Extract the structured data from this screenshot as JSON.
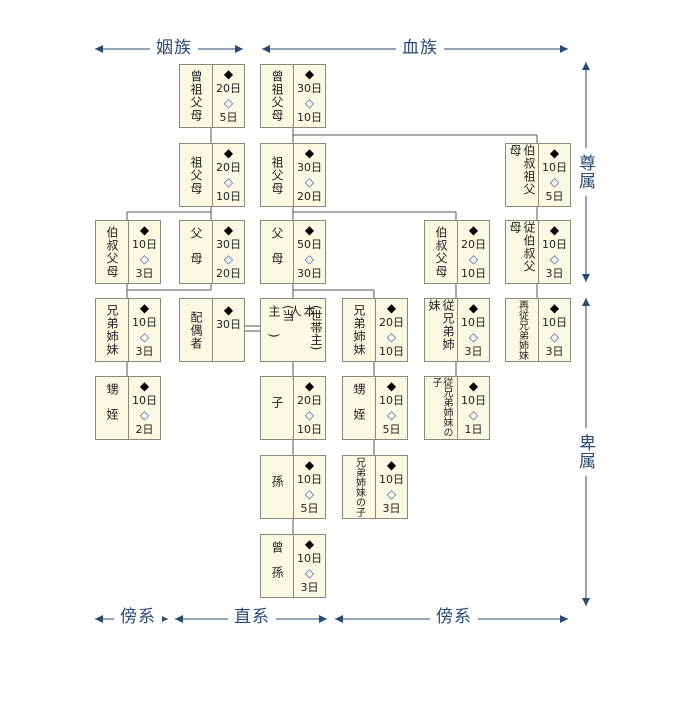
{
  "axes": {
    "top_left": "姻族",
    "top_right": "血族",
    "right_top": "尊属",
    "right_bottom": "卑属",
    "bottom_left": "傍系",
    "bottom_mid": "直系",
    "bottom_right": "傍系"
  },
  "symbols": {
    "filled": "◆",
    "open": "◇"
  },
  "relatives": [
    {
      "id": "in-great-grandparents",
      "name": "曾祖父母",
      "filled": "20日",
      "open": "5日"
    },
    {
      "id": "great-grandparents",
      "name": "曾祖父母",
      "filled": "30日",
      "open": "10日"
    },
    {
      "id": "in-grandparents",
      "name": "祖父母",
      "filled": "20日",
      "open": "10日"
    },
    {
      "id": "grandparents",
      "name": "祖父母",
      "filled": "30日",
      "open": "20日"
    },
    {
      "id": "great-uncle-aunt",
      "name": "伯叔祖父母",
      "filled": "10日",
      "open": "5日"
    },
    {
      "id": "in-uncle-aunt",
      "name": "伯叔父母",
      "filled": "10日",
      "open": "3日"
    },
    {
      "id": "in-parents",
      "name": "父母",
      "filled": "30日",
      "open": "20日"
    },
    {
      "id": "parents",
      "name": "父母",
      "filled": "50日",
      "open": "30日"
    },
    {
      "id": "uncle-aunt",
      "name": "伯叔父母",
      "filled": "20日",
      "open": "10日"
    },
    {
      "id": "parents-cousins",
      "name": "従伯叔父母",
      "filled": "10日",
      "open": "3日"
    },
    {
      "id": "in-siblings",
      "name": "兄弟姉妹",
      "filled": "10日",
      "open": "3日"
    },
    {
      "id": "spouse",
      "name": "配偶者",
      "filled": "30日",
      "open": ""
    },
    {
      "id": "siblings",
      "name": "兄弟姉妹",
      "filled": "20日",
      "open": "10日"
    },
    {
      "id": "cousins",
      "name": "従兄弟姉妹",
      "filled": "10日",
      "open": "3日"
    },
    {
      "id": "second-cousins",
      "name": "再従兄弟姉妹",
      "filled": "10日",
      "open": "3日"
    },
    {
      "id": "in-nephew-niece",
      "name": "甥姪",
      "filled": "10日",
      "open": "2日"
    },
    {
      "id": "child",
      "name": "子",
      "filled": "20日",
      "open": "10日"
    },
    {
      "id": "nephew-niece",
      "name": "甥姪",
      "filled": "10日",
      "open": "5日"
    },
    {
      "id": "cousins-children",
      "name": "従兄弟姉妹の子",
      "filled": "10日",
      "open": "1日"
    },
    {
      "id": "grandchild",
      "name": "孫",
      "filled": "10日",
      "open": "5日"
    },
    {
      "id": "siblings-grandchild",
      "name": "兄弟姉妹の子",
      "filled": "10日",
      "open": "3日"
    },
    {
      "id": "great-grandchild",
      "name": "曾孫",
      "filled": "10日",
      "open": "3日"
    }
  ],
  "self": {
    "line1": "本人",
    "line2": "(世帯主)",
    "line3": "当主"
  }
}
